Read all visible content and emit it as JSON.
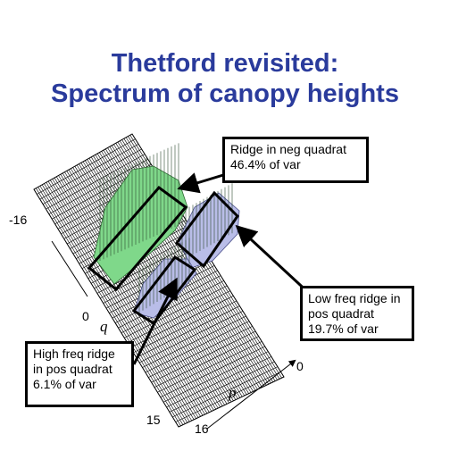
{
  "title": {
    "line1": "Thetford revisited:",
    "line2": "Spectrum of canopy heights"
  },
  "callouts": {
    "neg_quadrat": {
      "line1": "Ridge in neg quadrat",
      "line2": "46.4% of var"
    },
    "low_freq": {
      "line1": "Low freq ridge  in",
      "line2": "pos quadrat",
      "line3": "19.7% of var"
    },
    "high_freq": {
      "line1": "High freq ridge",
      "line2": "in pos quadrat",
      "line3": "6.1% of var"
    }
  },
  "axes": {
    "q_label": "q",
    "p_label": "p",
    "q_min": "-16",
    "q_zero": "0",
    "q_max": "15",
    "p_zero": "0",
    "p_max": "16"
  },
  "colors": {
    "title": "#2a3b9c",
    "green_ridge": "#7fd88a",
    "blue_ridge": "#b9bde8",
    "grid": "#000000"
  }
}
